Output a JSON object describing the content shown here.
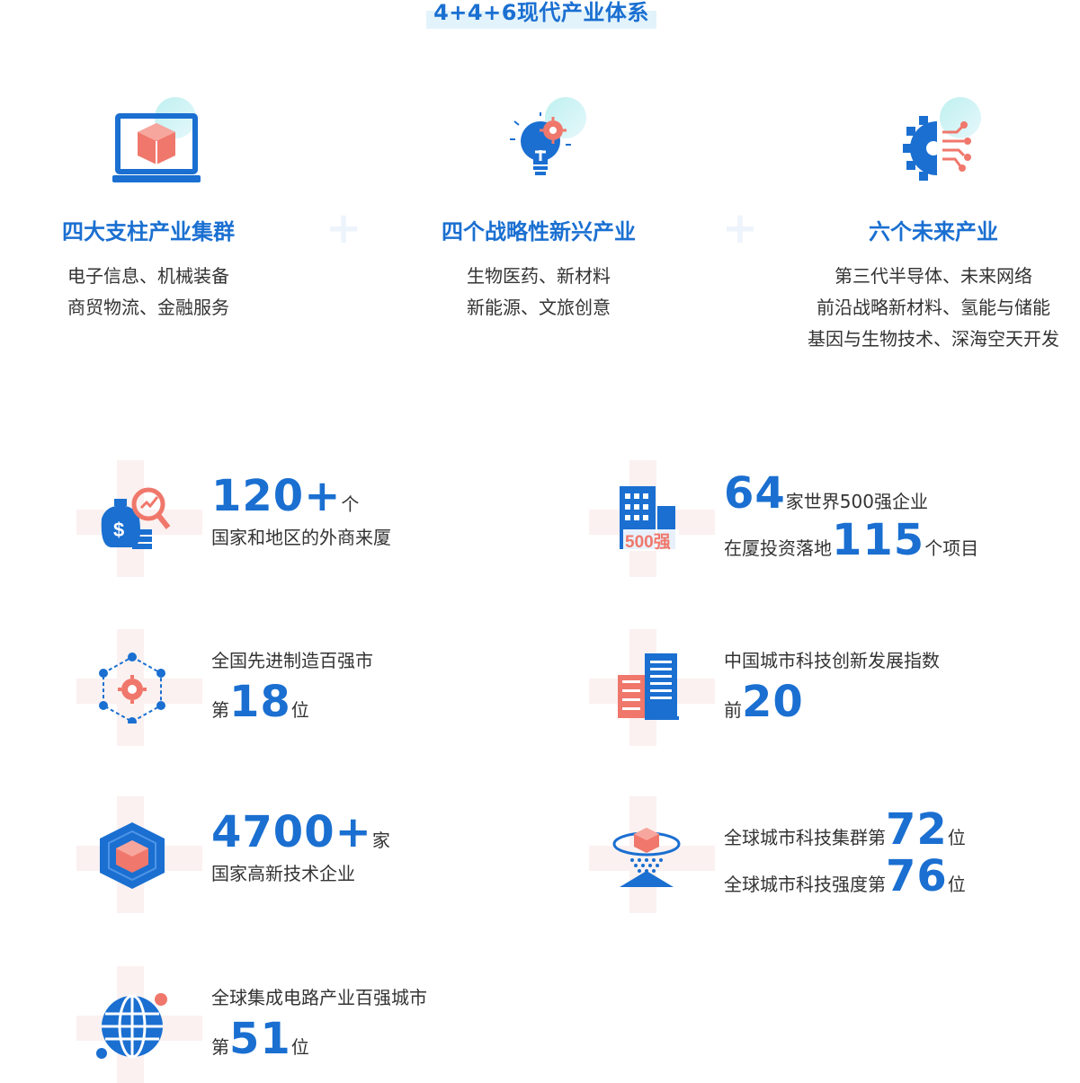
{
  "title": "4+4+6现代产业体系",
  "columns": [
    {
      "title": "四大支柱产业集群",
      "lines": [
        "电子信息、机械装备",
        "商贸物流、金融服务"
      ],
      "icon": "laptop-cube-icon"
    },
    {
      "title": "四个战略性新兴产业",
      "lines": [
        "生物医药、新材料",
        "新能源、文旅创意"
      ],
      "icon": "lightbulb-gear-icon"
    },
    {
      "title": "六个未来产业",
      "lines": [
        "第三代半导体、未来网络",
        "前沿战略新材料、氢能与储能",
        "基因与生物技术、深海空天开发"
      ],
      "icon": "gear-circuit-icon"
    }
  ],
  "plus_sign": "+",
  "stats": {
    "foreign": {
      "number": "120+",
      "unit": "个",
      "desc": "国家和地区的外商来厦",
      "icon": "money-bag-chart-icon"
    },
    "fortune500": {
      "number1": "64",
      "text1": "家世界500强企业",
      "prefix2": "在厦投资落地",
      "number2": "115",
      "suffix2": "个项目",
      "icon_label": "500强",
      "icon": "building-500-icon"
    },
    "manufacturing": {
      "line1": "全国先进制造百强市",
      "prefix": "第",
      "number": "18",
      "suffix": "位",
      "icon": "network-gear-icon"
    },
    "innovation": {
      "line1": "中国城市科技创新发展指数",
      "prefix": "前",
      "number": "20",
      "suffix": "",
      "icon": "server-building-icon"
    },
    "hightech": {
      "number": "4700+",
      "unit": "家",
      "desc": "国家高新技术企业",
      "icon": "cube-hexagon-icon"
    },
    "global": {
      "prefix1": "全球城市科技集群第",
      "number1": "72",
      "suffix1": "位",
      "prefix2": "全球城市科技强度第",
      "number2": "76",
      "suffix2": "位",
      "icon": "cube-funnel-icon"
    },
    "ic": {
      "line1": "全球集成电路产业百强城市",
      "prefix": "第",
      "number": "51",
      "suffix": "位",
      "icon": "globe-icon"
    }
  },
  "colors": {
    "blue": "#1a6fd1",
    "coral": "#f0776b",
    "text": "#333333"
  }
}
